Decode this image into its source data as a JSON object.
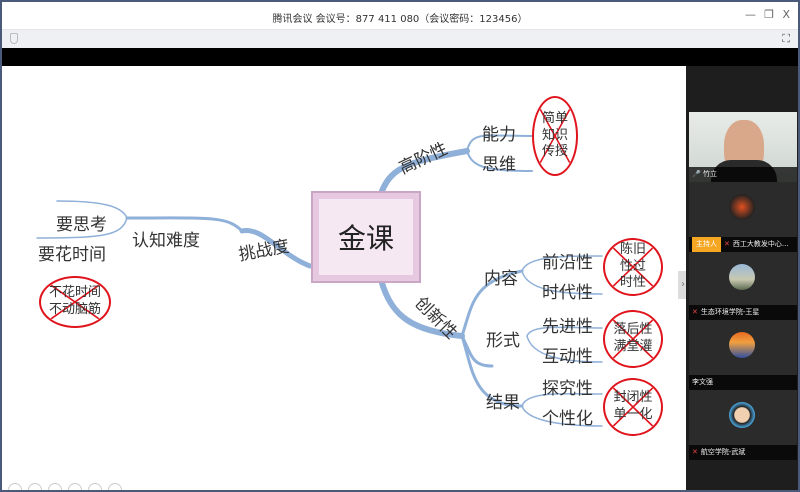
{
  "window": {
    "title": "腾讯会议 会议号：877 411 080（会议密码：123456）",
    "minimize": "—",
    "restore": "❐",
    "close": "X",
    "fullscreen": "⛶"
  },
  "mindmap": {
    "center": "金课",
    "branches": {
      "high": "高阶性",
      "ability": "能力",
      "thinking": "思维",
      "challenge": "挑战度",
      "cognitive": "认知难度",
      "think": "要思考",
      "time": "要花时间",
      "innovation": "创新性",
      "content": "内容",
      "frontier": "前沿性",
      "era": "时代性",
      "form": "形式",
      "advanced": "先进性",
      "interactive": "互动性",
      "result": "结果",
      "explore": "探究性",
      "personal": "个性化"
    },
    "crossed": {
      "simple": [
        "简单",
        "知识",
        "传授"
      ],
      "nothink": [
        "不花时间",
        "不动脑筋"
      ],
      "old": [
        "陈旧",
        "性过",
        "时性"
      ],
      "lag": [
        "落后性",
        "满堂灌"
      ],
      "closed": [
        "封闭性",
        "单一化"
      ]
    }
  },
  "participants": [
    {
      "name": "竹立"
    },
    {
      "role": "主持人",
      "name": "西工大教发中心..."
    },
    {
      "name": "生态环境学院-王星"
    },
    {
      "name": "李文强"
    },
    {
      "name": "航空学院-武斌"
    }
  ],
  "colors": {
    "branch": "#8fb0d8",
    "cross": "#e0141c",
    "host": "#f5a623"
  }
}
